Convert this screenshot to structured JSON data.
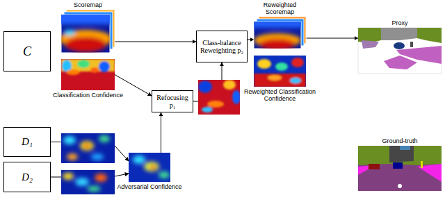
{
  "diagram": {
    "nodes": [
      {
        "text": [
          "C"
        ]
      },
      {
        "text": [
          "Scoremap"
        ]
      },
      {
        "text": [
          "Classification Confidence"
        ]
      },
      {
        "text": [
          "D₁"
        ]
      },
      {
        "text": [
          "D₂"
        ]
      },
      {
        "text": [
          "Adversarial Confidence"
        ]
      },
      {
        "text": [
          "Refocusing p₁"
        ]
      },
      {
        "text": [
          "Class-balance Reweighting p₂"
        ]
      },
      {
        "text": [
          "Reweighted Scoremap"
        ]
      },
      {
        "text": [
          "Reweighted Classification Confidence"
        ]
      },
      {
        "text": [
          "Proxy"
        ]
      },
      {
        "text": [
          "Ground-truth"
        ]
      }
    ],
    "edges": [
      {
        "from": 1,
        "to": 7,
        "arrow": "to"
      },
      {
        "from": 2,
        "to": 6,
        "arrow": "to"
      },
      {
        "from": 3,
        "to": 5,
        "arrow": "to"
      },
      {
        "from": 4,
        "to": 5,
        "arrow": "to"
      },
      {
        "from": 5,
        "to": 6,
        "arrow": "to"
      },
      {
        "from": 6,
        "to": 7,
        "arrow": "to"
      },
      {
        "from": 7,
        "to": 8,
        "arrow": "to"
      },
      {
        "from": 8,
        "to": 10,
        "arrow": "to"
      }
    ]
  }
}
